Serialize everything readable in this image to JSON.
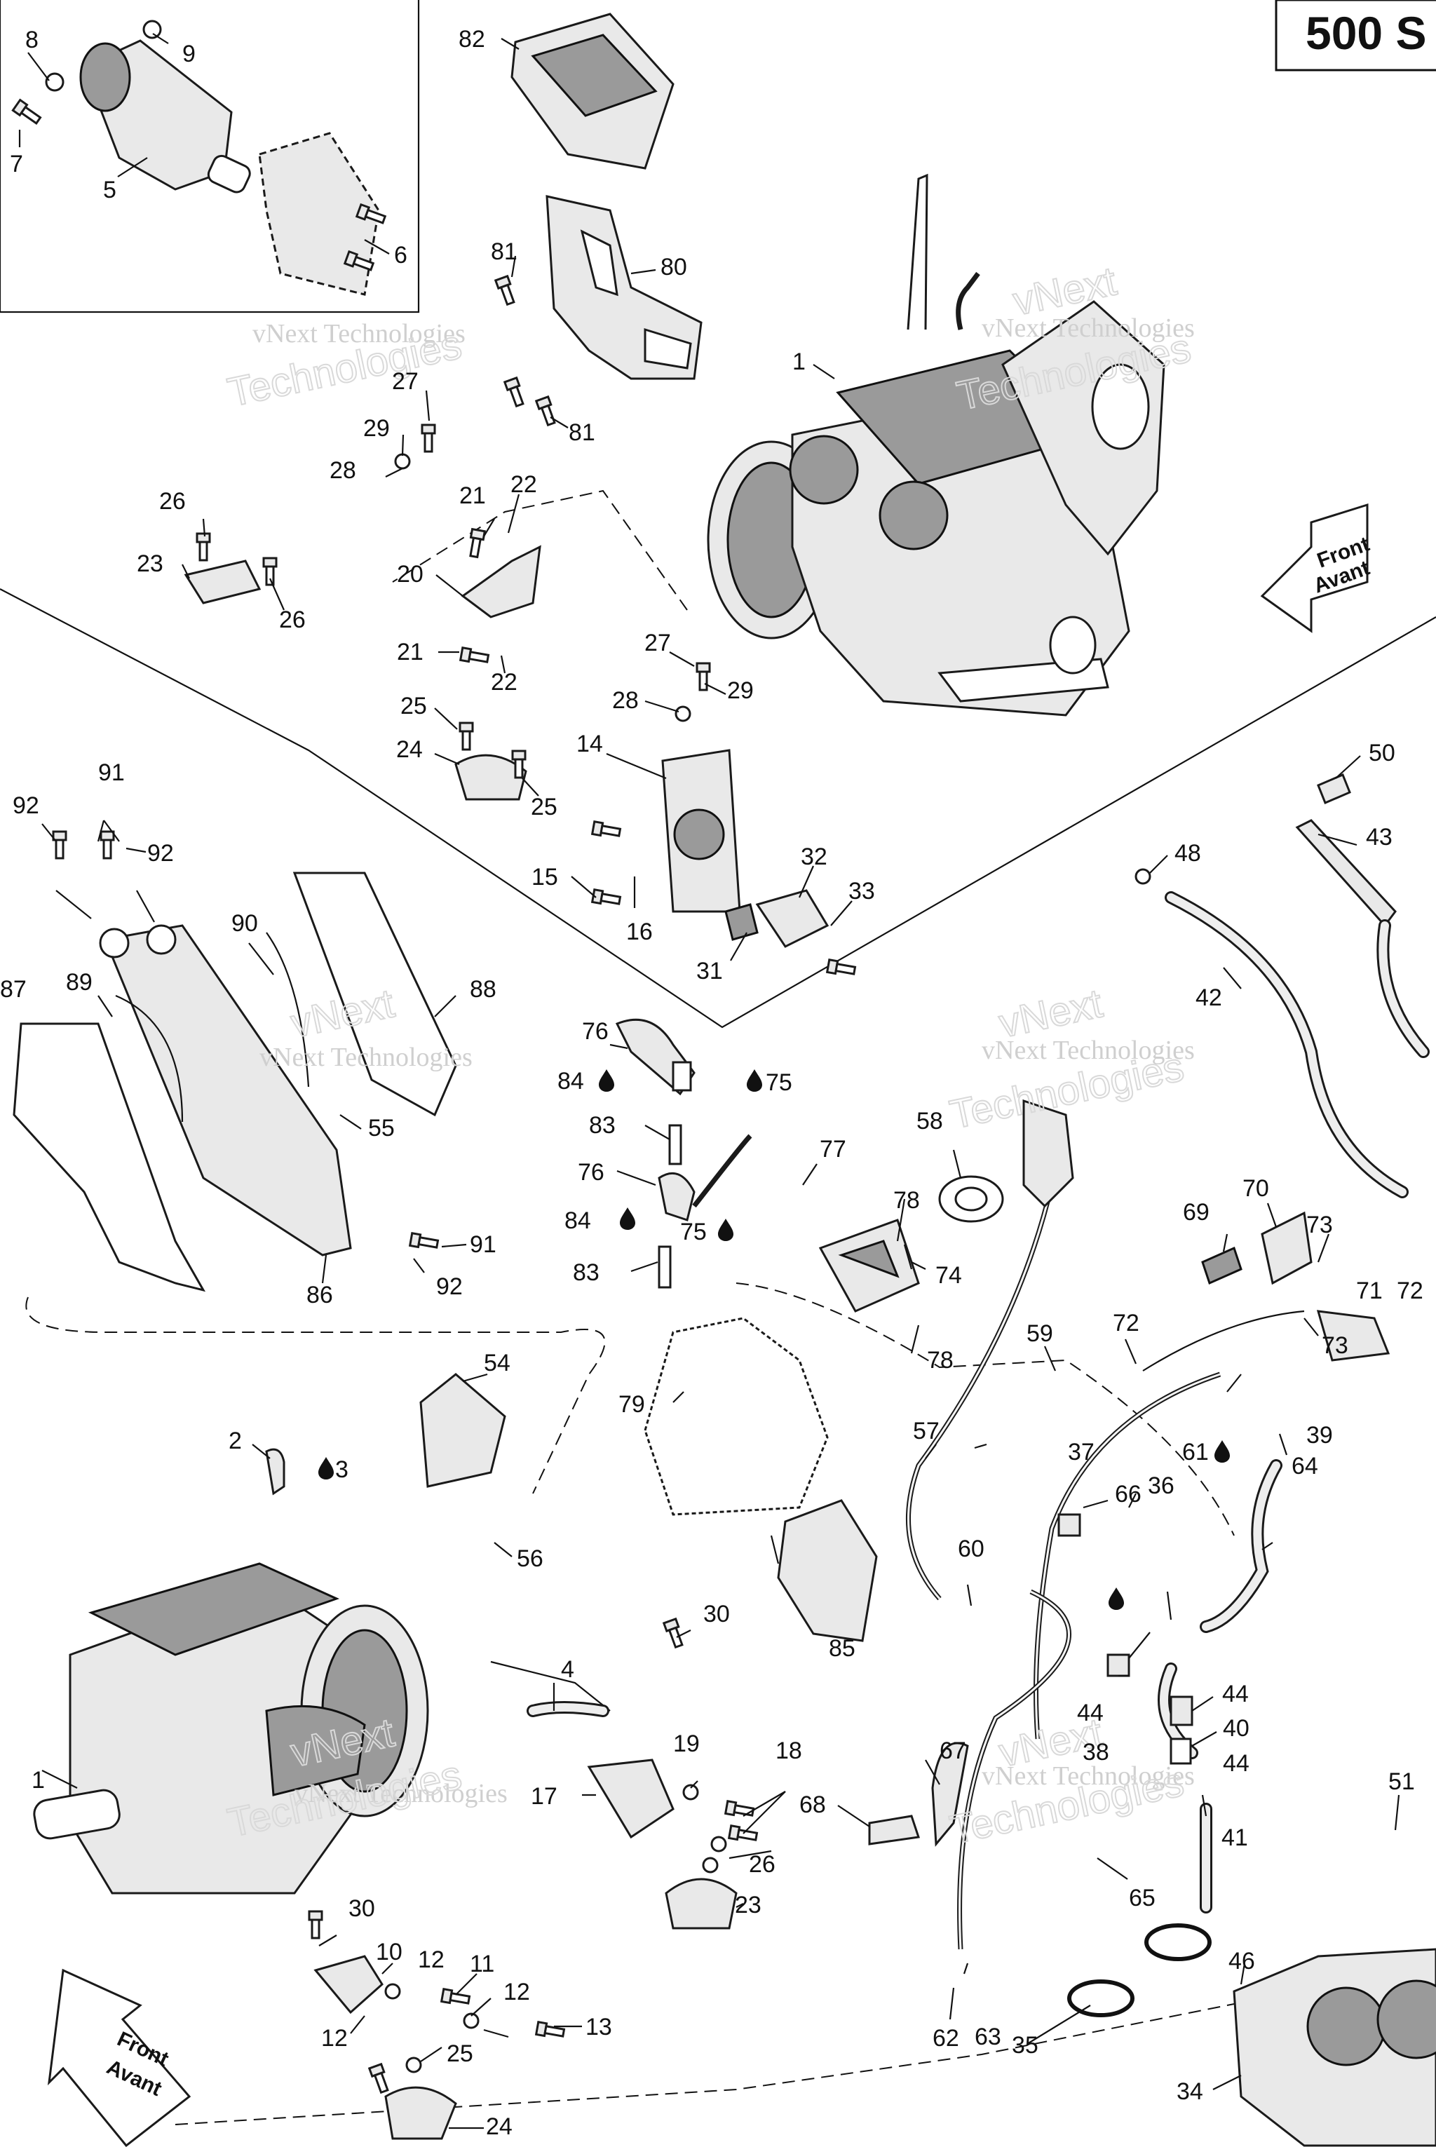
{
  "header": {
    "model_label": "500 S"
  },
  "watermark": {
    "text_line1": "vNext Technologies",
    "text_line2": "vNext",
    "text_line3": "Technologies"
  },
  "direction": {
    "line1": "Front",
    "line2": "Avant"
  },
  "legend": {
    "lubricant_icon": "oil-drop-icon"
  },
  "callouts": {
    "c1a": "1",
    "c1b": "1",
    "c2": "2",
    "c3": "3",
    "c4": "4",
    "c5": "5",
    "c6": "6",
    "c7": "7",
    "c8": "8",
    "c9": "9",
    "c10": "10",
    "c11": "11",
    "c12a": "12",
    "c12b": "12",
    "c12c": "12",
    "c13": "13",
    "c14": "14",
    "c15": "15",
    "c16": "16",
    "c17": "17",
    "c18": "18",
    "c19": "19",
    "c20": "20",
    "c21a": "21",
    "c21b": "21",
    "c22a": "22",
    "c22b": "22",
    "c23a": "23",
    "c23b": "23",
    "c24a": "24",
    "c24b": "24",
    "c25a": "25",
    "c25b": "25",
    "c25c": "25",
    "c26a": "26",
    "c26b": "26",
    "c26c": "26",
    "c27a": "27",
    "c27b": "27",
    "c28a": "28",
    "c28b": "28",
    "c29a": "29",
    "c29b": "29",
    "c30a": "30",
    "c30b": "30",
    "c31": "31",
    "c32": "32",
    "c33": "33",
    "c34": "34",
    "c35": "35",
    "c36": "36",
    "c37": "37",
    "c38": "38",
    "c39": "39",
    "c40": "40",
    "c41": "41",
    "c42": "42",
    "c43": "43",
    "c44a": "44",
    "c44b": "44",
    "c44c": "44",
    "c46": "46",
    "c48": "48",
    "c50": "50",
    "c51": "51",
    "c54": "54",
    "c55": "55",
    "c56": "56",
    "c57": "57",
    "c58": "58",
    "c59": "59",
    "c60": "60",
    "c61": "61",
    "c62": "62",
    "c63": "63",
    "c64": "64",
    "c65": "65",
    "c66": "66",
    "c67": "67",
    "c68": "68",
    "c69": "69",
    "c70": "70",
    "c71": "71",
    "c72": "72",
    "c72b": "72",
    "c73a": "73",
    "c73b": "73",
    "c74": "74",
    "c75a": "75",
    "c75b": "75",
    "c76a": "76",
    "c76b": "76",
    "c77": "77",
    "c78a": "78",
    "c78b": "78",
    "c79": "79",
    "c80": "80",
    "c81a": "81",
    "c81b": "81",
    "c82": "82",
    "c83a": "83",
    "c83b": "83",
    "c84a": "84",
    "c84b": "84",
    "c85": "85",
    "c86": "86",
    "c87": "87",
    "c88": "88",
    "c89": "89",
    "c90": "90",
    "c91a": "91",
    "c91b": "91",
    "c92a": "92",
    "c92b": "92",
    "c92c": "92"
  }
}
